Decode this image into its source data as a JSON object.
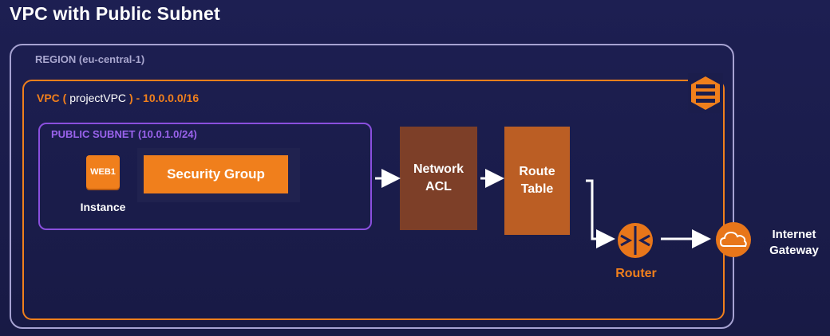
{
  "title": "VPC with Public Subnet",
  "region": {
    "label": "REGION (eu-central-1)"
  },
  "vpc": {
    "label_prefix": "VPC (",
    "name": "projectVPC",
    "label_suffix": ") - 10.0.0.0/16",
    "logo_icon": "aws-logo-icon"
  },
  "subnet": {
    "label": "PUBLIC SUBNET (10.0.1.0/24)",
    "instance": {
      "icon_text": "WEB1",
      "label": "Instance"
    },
    "security_group": "Security Group"
  },
  "network_acl": {
    "line1": "Network",
    "line2": "ACL"
  },
  "route_table": {
    "line1": "Route",
    "line2": "Table"
  },
  "router": {
    "label": "Router",
    "icon": "router-icon"
  },
  "internet_gateway": {
    "line1": "Internet",
    "line2": "Gateway",
    "icon": "cloud-icon"
  },
  "colors": {
    "background": "#1a1c4a",
    "region_border": "#a6a2d2",
    "vpc_orange": "#f07f1c",
    "subnet_purple": "#8a4fde",
    "nacl": "#7d3f28",
    "route_table": "#bb5e24"
  }
}
